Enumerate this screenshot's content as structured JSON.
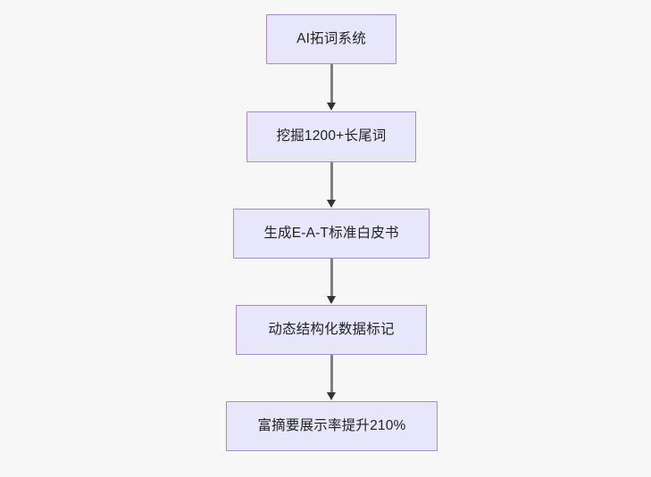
{
  "diagram": {
    "type": "flowchart",
    "orientation": "top-to-bottom",
    "background_color": "#f7f7f7",
    "node_fill_color": "#e8e6fb",
    "node_border_color": "#a78bd0",
    "node_text_color": "#222222",
    "edge_line_color": "#808080",
    "edge_arrow_color": "#333333",
    "nodes": [
      {
        "id": "node-0",
        "label": "AI拓词系统"
      },
      {
        "id": "node-1",
        "label": "挖掘1200+长尾词"
      },
      {
        "id": "node-2",
        "label": "生成E-A-T标准白皮书"
      },
      {
        "id": "node-3",
        "label": "动态结构化数据标记"
      },
      {
        "id": "node-4",
        "label": "富摘要展示率提升210%"
      }
    ],
    "edges": [
      {
        "id": "edge-0",
        "from": "node-0",
        "to": "node-1",
        "arrow": "down-arrow-icon"
      },
      {
        "id": "edge-1",
        "from": "node-1",
        "to": "node-2",
        "arrow": "down-arrow-icon"
      },
      {
        "id": "edge-2",
        "from": "node-2",
        "to": "node-3",
        "arrow": "down-arrow-icon"
      },
      {
        "id": "edge-3",
        "from": "node-3",
        "to": "node-4",
        "arrow": "down-arrow-icon"
      }
    ]
  }
}
